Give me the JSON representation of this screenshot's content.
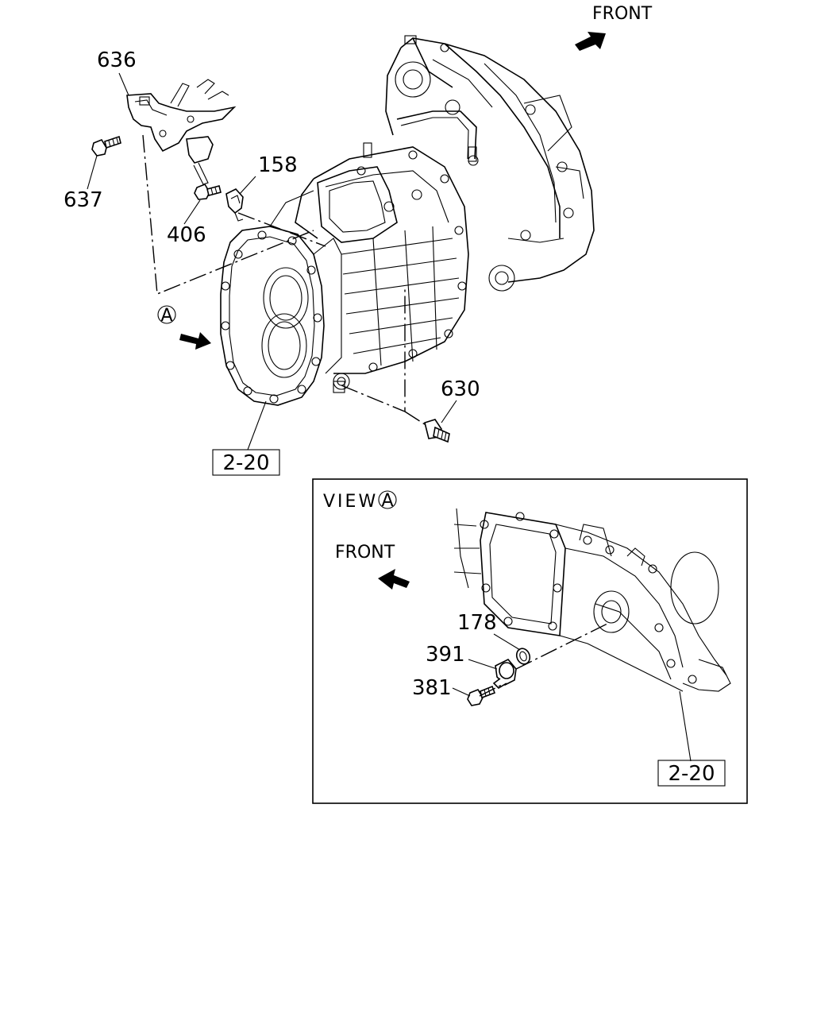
{
  "main": {
    "front_label": "FRONT",
    "view_circle_label": "A",
    "callouts": {
      "p636": "636",
      "p637": "637",
      "p158": "158",
      "p406": "406",
      "p630": "630",
      "ref_main": "2-20"
    }
  },
  "inset": {
    "view_label": "VIEW",
    "view_circle_label": "A",
    "front_label": "FRONT",
    "callouts": {
      "p178": "178",
      "p391": "391",
      "p381": "381",
      "ref_inset": "2-20"
    }
  }
}
